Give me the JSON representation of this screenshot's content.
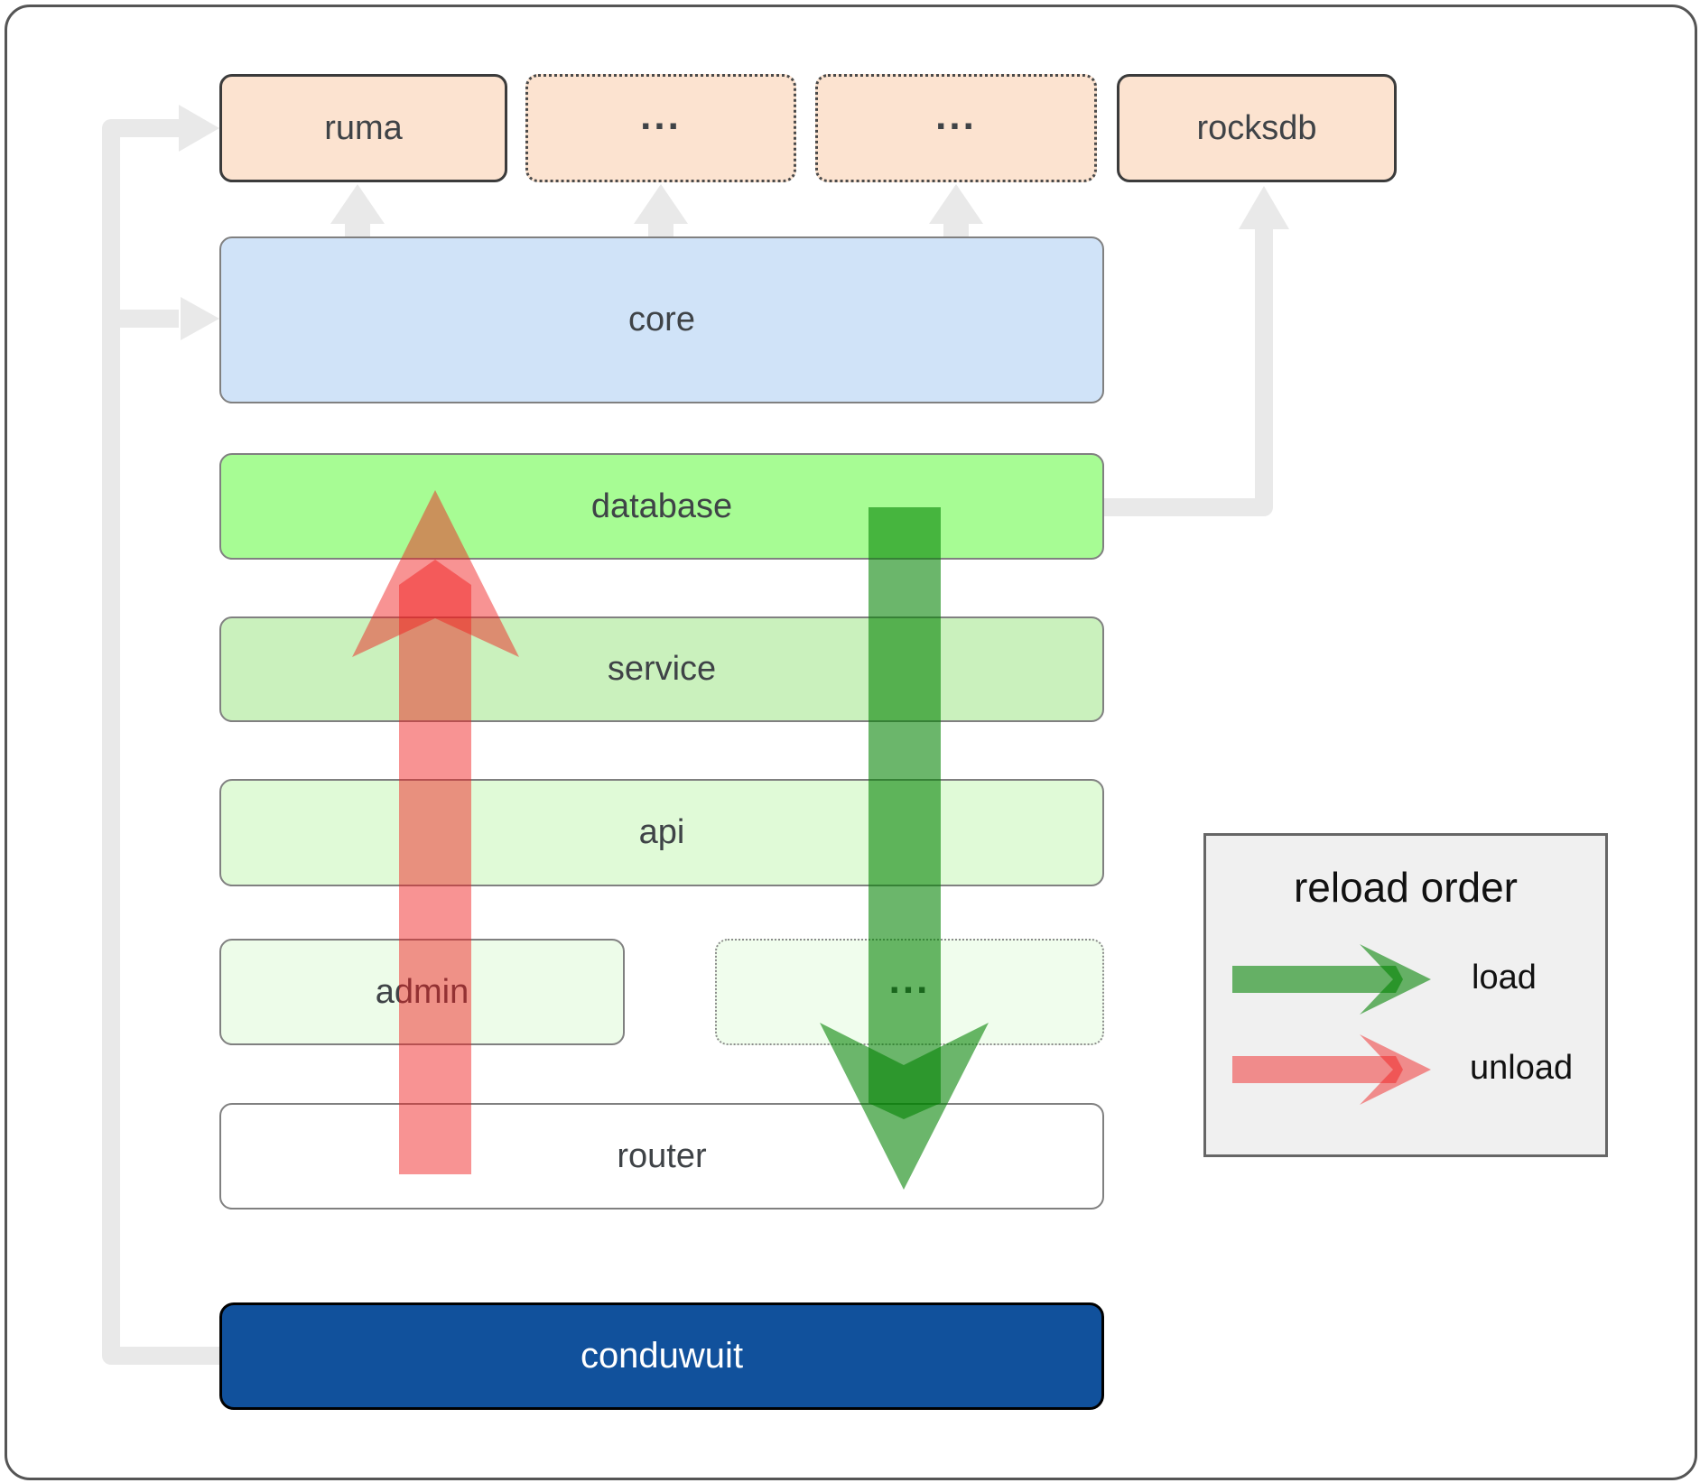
{
  "boxes": {
    "ruma": "ruma",
    "ellipsis_top_1": "...",
    "ellipsis_top_2": "...",
    "rocksdb": "rocksdb",
    "core": "core",
    "database": "database",
    "service": "service",
    "api": "api",
    "admin": "admin",
    "ellipsis_admin": "...",
    "router": "router",
    "conduwuit": "conduwuit"
  },
  "legend": {
    "title": "reload order",
    "load_label": "load",
    "unload_label": "unload"
  },
  "colors": {
    "load_arrow": "#008200",
    "unload_arrow": "#F01E1E",
    "connector_gray": "#E9E9E9",
    "conduwuit_blue": "#11519C",
    "core_blue": "#D0E3F8",
    "database_green": "#A7FC94",
    "crate_peach": "#FCE3D0",
    "legend_bg": "#F0F0F0"
  }
}
